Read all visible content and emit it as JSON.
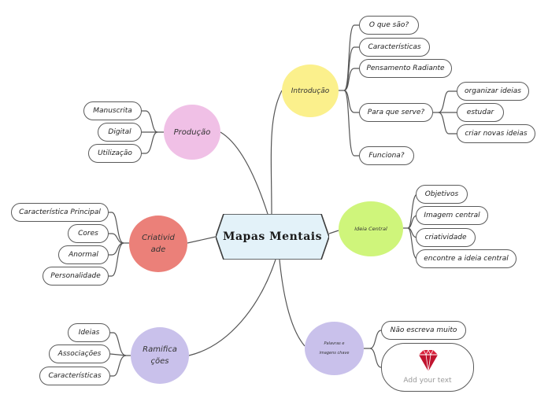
{
  "center": {
    "title": "Mapas Mentais"
  },
  "topics": {
    "introducao": {
      "label": "Introdução",
      "color": "#fbf08c"
    },
    "producao": {
      "label": "Produção",
      "color": "#f0c0e6"
    },
    "criatividade": {
      "label_line1": "Criativid",
      "label_line2": "ade",
      "color": "#eb8079"
    },
    "ideia_central": {
      "label": "Ideia Central",
      "color": "#cff57b"
    },
    "ramificacoes": {
      "label_line1": "Ramifica",
      "label_line2": "ções",
      "color": "#c9c1eb"
    },
    "palavras": {
      "label_line1": "Palavras e",
      "label_line2": "imagens chave",
      "color": "#c9c1eb"
    }
  },
  "introducao_items": {
    "o_que_sao": "O que são?",
    "caracteristicas": "Características",
    "pensamento_radiante": "Pensamento Radiante",
    "para_que_serve": "Para que serve?",
    "funciona": "Funciona?"
  },
  "para_que_serve_items": {
    "organizar": "organizar ideias",
    "estudar": "estudar",
    "criar": "criar novas ideias"
  },
  "producao_items": {
    "manuscrita": "Manuscrita",
    "digital": "Digital",
    "utilizacao": "Utilização"
  },
  "criatividade_items": {
    "caracteristica_principal": "Característica Principal",
    "cores": "Cores",
    "anormal": "Anormal",
    "personalidade": "Personalidade"
  },
  "ideia_central_items": {
    "objetivos": "Objetivos",
    "imagem_central": "Imagem central",
    "criatividade": "criatividade",
    "encontre": "encontre a ideia central"
  },
  "ramificacoes_items": {
    "ideias": "Ideias",
    "associacoes": "Associações",
    "caracteristicas": "Características"
  },
  "palavras_items": {
    "nao_escreva": "Não escreva muito",
    "add_text": "Add your text",
    "gem_icon": "diamond-icon"
  },
  "colors": {
    "center_fill": "#e3f2f9",
    "line": "#444444",
    "gem": "#d81f3a"
  }
}
